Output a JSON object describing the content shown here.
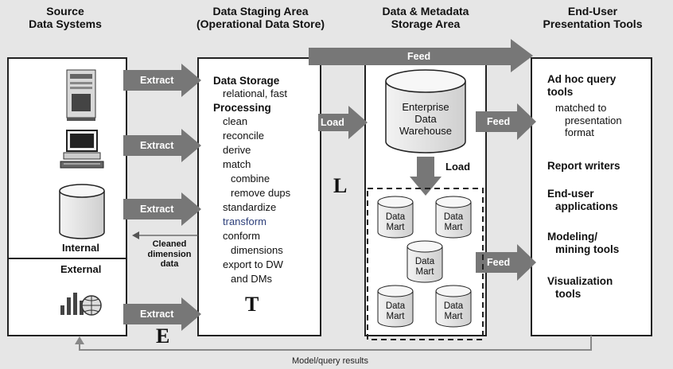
{
  "headers": {
    "source": [
      "Source",
      "Data Systems"
    ],
    "staging": [
      "Data Staging Area",
      "(Operational Data Store)"
    ],
    "storage": [
      "Data & Metadata",
      "Storage Area"
    ],
    "tools": [
      "End-User",
      "Presentation Tools"
    ]
  },
  "source_panel": {
    "internal_label": "Internal",
    "external_label": "External",
    "icons": [
      "server-icon",
      "desktop-computer-icon",
      "database-cylinder-icon",
      "chart-globe-icon"
    ]
  },
  "arrows": {
    "extract": [
      "Extract",
      "Extract",
      "Extract",
      "Extract"
    ],
    "load": "Load",
    "load_down": "Load",
    "feed_top": "Feed",
    "feed_mid": "Feed",
    "feed_low": "Feed",
    "cleaned": [
      "Cleaned",
      "dimension",
      "data"
    ],
    "model_query": "Model/query results"
  },
  "staging_panel": {
    "storage_title": "Data Storage",
    "storage_desc": "relational, fast",
    "processing_title": "Processing",
    "steps": [
      "clean",
      "reconcile",
      "derive",
      "match",
      "combine",
      "remove dups",
      "standardize",
      "transform",
      "conform",
      "dimensions",
      "export to DW",
      "and DMs"
    ]
  },
  "storage_panel": {
    "edw": [
      "Enterprise",
      "Data",
      "Warehouse"
    ],
    "marts": [
      [
        "Data",
        "Mart"
      ],
      [
        "Data",
        "Mart"
      ],
      [
        "Data",
        "Mart"
      ],
      [
        "Data",
        "Mart"
      ],
      [
        "Data",
        "Mart"
      ]
    ]
  },
  "tools_panel": {
    "adhoc": [
      "Ad hoc query",
      "tools"
    ],
    "adhoc_desc": [
      "matched to",
      "presentation",
      "format"
    ],
    "report": "Report writers",
    "enduser": [
      "End-user",
      "applications"
    ],
    "modeling": [
      "Modeling/",
      "mining tools"
    ],
    "visual": [
      "Visualization",
      "tools"
    ]
  },
  "etl_letters": {
    "e": "E",
    "t": "T",
    "l": "L"
  },
  "colors": {
    "arrow": "#777777",
    "panel_border": "#222222",
    "background": "#e6e6e6"
  }
}
